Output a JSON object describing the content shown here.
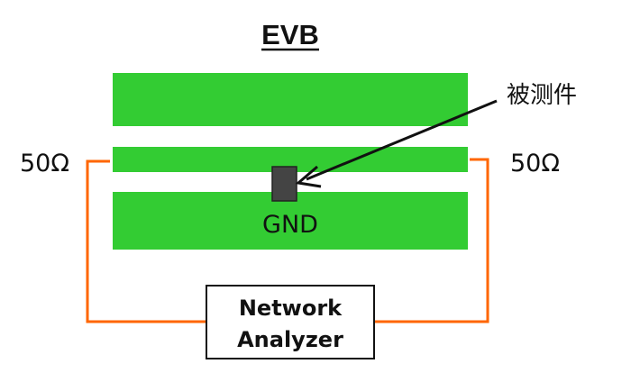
{
  "title": "EVB",
  "dut_label": "被测件",
  "left_impedance": "50Ω",
  "right_impedance": "50Ω",
  "gnd_label": "GND",
  "instrument": {
    "line1": "Network",
    "line2": "Analyzer"
  },
  "colors": {
    "board_green": "#33cc33",
    "wire_orange": "#ff6600",
    "dut_gray": "#444444",
    "text": "#111111"
  }
}
